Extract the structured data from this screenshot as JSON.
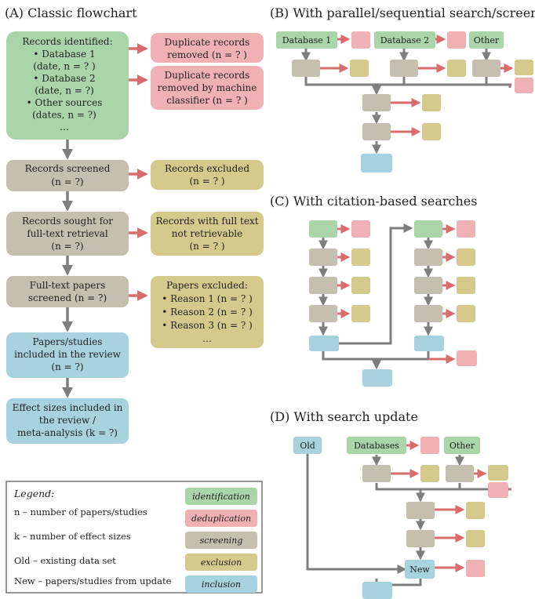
{
  "colors": {
    "identification": "#a9d5a9",
    "deduplication": "#f0b1b4",
    "screening": "#c4bfae",
    "exclusion": "#d6c98c",
    "inclusion": "#a7d2de",
    "arrow_gray": "#7e7e7e",
    "arrow_red": "#d96c6c"
  },
  "panelA": {
    "title": "(A) Classic flowchart",
    "identified_title": "Records identified:",
    "identified_lines": [
      "• Database 1",
      "(date, n = ? )",
      "• Database 2",
      "(date, n = ?)",
      "• Other sources",
      "(dates, n = ?)",
      "…"
    ],
    "dup_lines": [
      "Duplicate records",
      "removed (n = ? )"
    ],
    "dup_machine_lines": [
      "Duplicate records",
      "removed by machine",
      "classifier (n = ? )"
    ],
    "screened_lines": [
      "Records screened",
      "(n = ?)"
    ],
    "excluded_lines": [
      "Records excluded",
      "(n = ? )"
    ],
    "sought_lines": [
      "Records sought for",
      "full-text retrieval",
      "(n = ?)"
    ],
    "notretrieved_lines": [
      "Records with full text",
      "not retrievable",
      "(n = ? )"
    ],
    "fulltext_lines": [
      "Full-text papers",
      "screened (n = ?)"
    ],
    "papers_excl_lines": [
      "Papers excluded:",
      "• Reason 1 (n = ? )",
      "• Reason 2 (n = ? )",
      "• Reason 3 (n = ? )",
      "…"
    ],
    "included_lines": [
      "Papers/studies",
      "included in the review",
      "(n = ?)"
    ],
    "effect_lines": [
      "Effect sizes included in",
      "the review /",
      "meta-analysis (k = ?)"
    ]
  },
  "panelB": {
    "title": "(B) With parallel/sequential search/screening",
    "db1": "Database 1",
    "db2": "Database 2",
    "other": "Other"
  },
  "panelC": {
    "title": "(C) With citation-based searches"
  },
  "panelD": {
    "title": "(D) With search update",
    "old": "Old",
    "databases": "Databases",
    "other": "Other",
    "new": "New"
  },
  "legend": {
    "heading": "Legend:",
    "items": [
      "n – number of papers/studies",
      "k – number of effect sizes",
      "Old – existing data set",
      "New – papers/studies from update"
    ],
    "tags": [
      "identification",
      "deduplication",
      "screening",
      "exclusion",
      "inclusion"
    ]
  }
}
